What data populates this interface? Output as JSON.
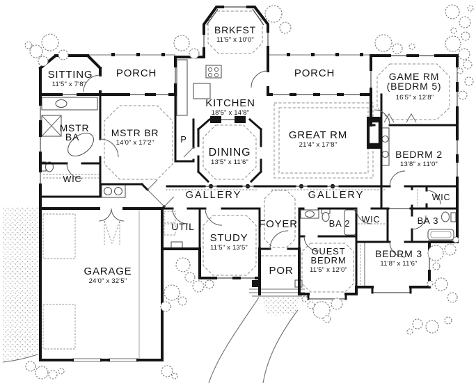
{
  "palette": {
    "ink": "#141414",
    "thin_line": "#6e6e6e",
    "dashed_line": "#8c8c8c",
    "background": "#ffffff"
  },
  "rooms": {
    "sitting": {
      "name": "SITTING",
      "dims": "11'5\" x 7'8\""
    },
    "porch_left": {
      "name": "PORCH"
    },
    "brkfst": {
      "name": "BRKFST",
      "dims": "11'5\" x 10'0\""
    },
    "kitchen": {
      "name": "KITCHEN",
      "dims": "18'5\" x 14'8\""
    },
    "porch_right": {
      "name": "PORCH"
    },
    "game_rm": {
      "name": "GAME RM",
      "alt": "(BEDRM 5)",
      "dims": "16'5\" x 12'8\""
    },
    "mstr_ba": {
      "line1": "MSTR",
      "line2": "BA"
    },
    "mstr_br": {
      "name": "MSTR BR",
      "dims": "14'0\" x 17'2\""
    },
    "dining": {
      "name": "DINING",
      "dims": "13'5\" x 11'6\""
    },
    "great_rm": {
      "name": "GREAT RM",
      "dims": "21'4\" x 17'8\""
    },
    "bedrm2": {
      "name": "BEDRM 2",
      "dims": "13'8\" x 11'0\""
    },
    "wic_left": {
      "name": "WIC"
    },
    "gallery_left": {
      "name": "GALLERY"
    },
    "gallery_right": {
      "name": "GALLERY"
    },
    "wic_right": {
      "name": "WIC"
    },
    "pantry": {
      "name": "P"
    },
    "util": {
      "name": "UTIL"
    },
    "study": {
      "name": "STUDY",
      "dims": "11'5\" x 13'5\""
    },
    "foyer": {
      "name": "FOYER"
    },
    "ba2": {
      "name": "BA 2"
    },
    "wic_center": {
      "name": "WIC"
    },
    "ba3": {
      "name": "BA 3"
    },
    "guest": {
      "line1": "GUEST",
      "line2": "BEDRM",
      "dims": "11'5\" x 12'0\""
    },
    "bedrm3": {
      "name": "BEDRM 3",
      "dims": "11'8\" x 11'6\""
    },
    "por": {
      "name": "POR"
    },
    "garage": {
      "name": "GARAGE",
      "dims": "24'0\" x 32'5\""
    }
  }
}
